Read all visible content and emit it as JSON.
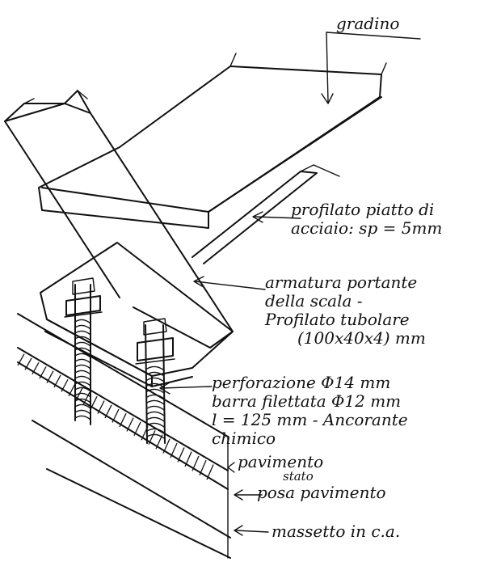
{
  "labels": {
    "gradino": "gradino",
    "profilato_l1": "profilato piatto di",
    "profilato_l2": "acciaio: sp = 5mm",
    "armatura_l1": "armatura portante",
    "armatura_l2": "della scala -",
    "armatura_l3": "Profilato tubolare",
    "armatura_l4": "(100x40x4) mm",
    "foratura_l1": "perforazione Φ14 mm",
    "foratura_l2": "barra filettata Φ12 mm",
    "foratura_l3": "l = 125 mm - Ancorante",
    "foratura_l4": "chimico",
    "pavimento_stato": "pavimento",
    "stato": "stato",
    "posa_pavimento": "posa pavimento",
    "massetto": "massetto in c.a."
  },
  "colors": {
    "ink": "#111111",
    "paper": "#ffffff"
  }
}
